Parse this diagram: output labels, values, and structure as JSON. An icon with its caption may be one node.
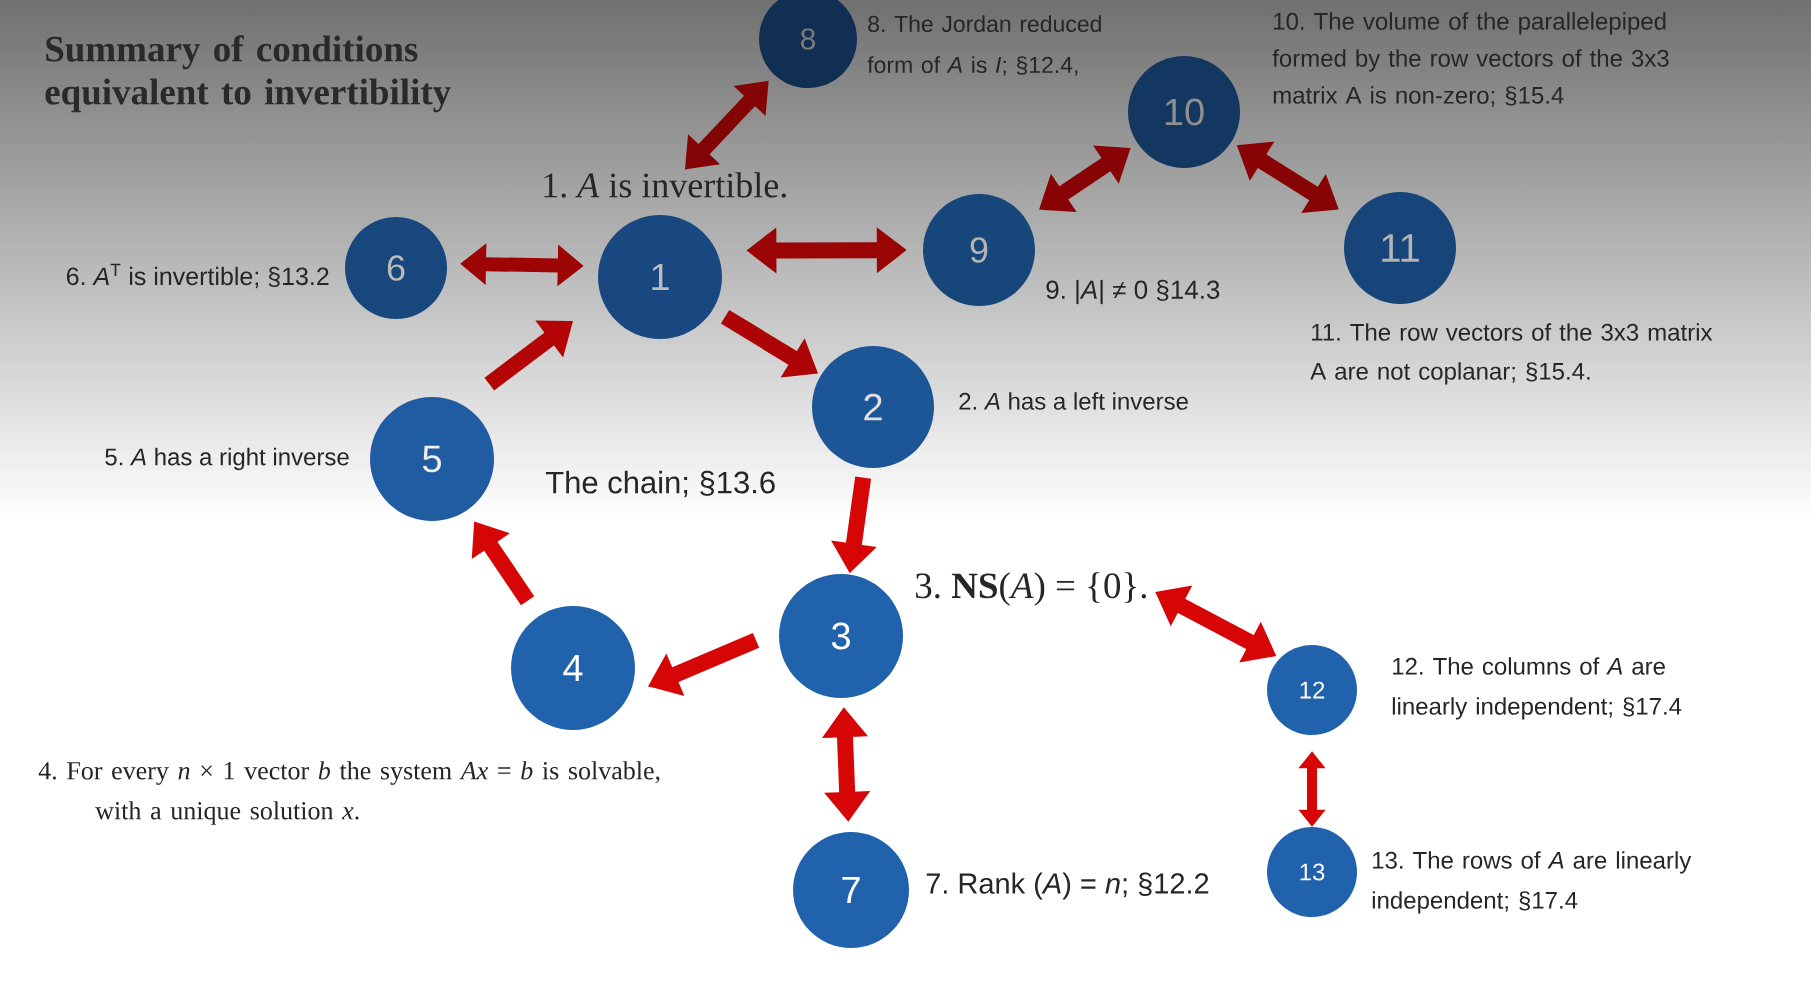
{
  "diagram": {
    "title": "Summary of conditions equivalent to invertibility",
    "nodes": [
      {
        "text": [
          "1"
        ],
        "beside": [
          "1. *A* is invertible."
        ]
      },
      {
        "text": [
          "2"
        ],
        "beside": [
          "2. *A* has a left inverse"
        ]
      },
      {
        "text": [
          "3"
        ],
        "beside": [
          "3. **NS**(*A*) = {0}."
        ]
      },
      {
        "text": [
          "4"
        ],
        "beside": [
          "4. For every *n* × 1 vector *b* the system *Ax* = *b* is solvable, with a unique solution *x*."
        ]
      },
      {
        "text": [
          "5"
        ],
        "beside": [
          "5. *A* has a right inverse"
        ]
      },
      {
        "text": [
          "6"
        ],
        "beside": [
          "6. *A*$^{T}$ is invertible; §13.2"
        ]
      },
      {
        "text": [
          "7"
        ],
        "beside": [
          "7. Rank (*A*) = *n*; §12.2"
        ]
      },
      {
        "text": [
          "8"
        ],
        "beside": [
          "8. The Jordan reduced form of *A* is *I*; §12.4,"
        ]
      },
      {
        "text": [
          "9"
        ],
        "beside": [
          "9. |*A*| ≠ 0 §14.3"
        ]
      },
      {
        "text": [
          "10"
        ],
        "beside": [
          "10. The volume of the parallelepiped formed by the row vectors of the 3x3 matrix A is non-zero; §15.4"
        ]
      },
      {
        "text": [
          "11"
        ],
        "beside": [
          "11. The row vectors of the 3x3 matrix A are not coplanar; §15.4."
        ]
      },
      {
        "text": [
          "12"
        ],
        "beside": [
          "12. The columns of *A* are linearly independent; §17.4"
        ]
      },
      {
        "text": [
          "13"
        ],
        "beside": [
          "13. The rows of *A* are linearly independent; §17.4"
        ]
      }
    ],
    "edges": [
      {
        "from": 7,
        "to": 0,
        "arrow": "both"
      },
      {
        "from": 5,
        "to": 0,
        "arrow": "both"
      },
      {
        "from": 0,
        "to": 8,
        "arrow": "both"
      },
      {
        "from": 8,
        "to": 9,
        "arrow": "both"
      },
      {
        "from": 9,
        "to": 10,
        "arrow": "both"
      },
      {
        "from": 0,
        "to": 1,
        "arrow": "to"
      },
      {
        "from": 1,
        "to": 2,
        "arrow": "to"
      },
      {
        "from": 2,
        "to": 3,
        "arrow": "to"
      },
      {
        "from": 3,
        "to": 4,
        "arrow": "to"
      },
      {
        "from": 4,
        "to": 0,
        "arrow": "to"
      },
      {
        "from": 2,
        "to": 6,
        "arrow": "both"
      },
      {
        "from": 2,
        "to": 11,
        "arrow": "both"
      },
      {
        "from": 11,
        "to": 12,
        "arrow": "both"
      }
    ],
    "labels": [
      "The chain; §13.6"
    ]
  }
}
